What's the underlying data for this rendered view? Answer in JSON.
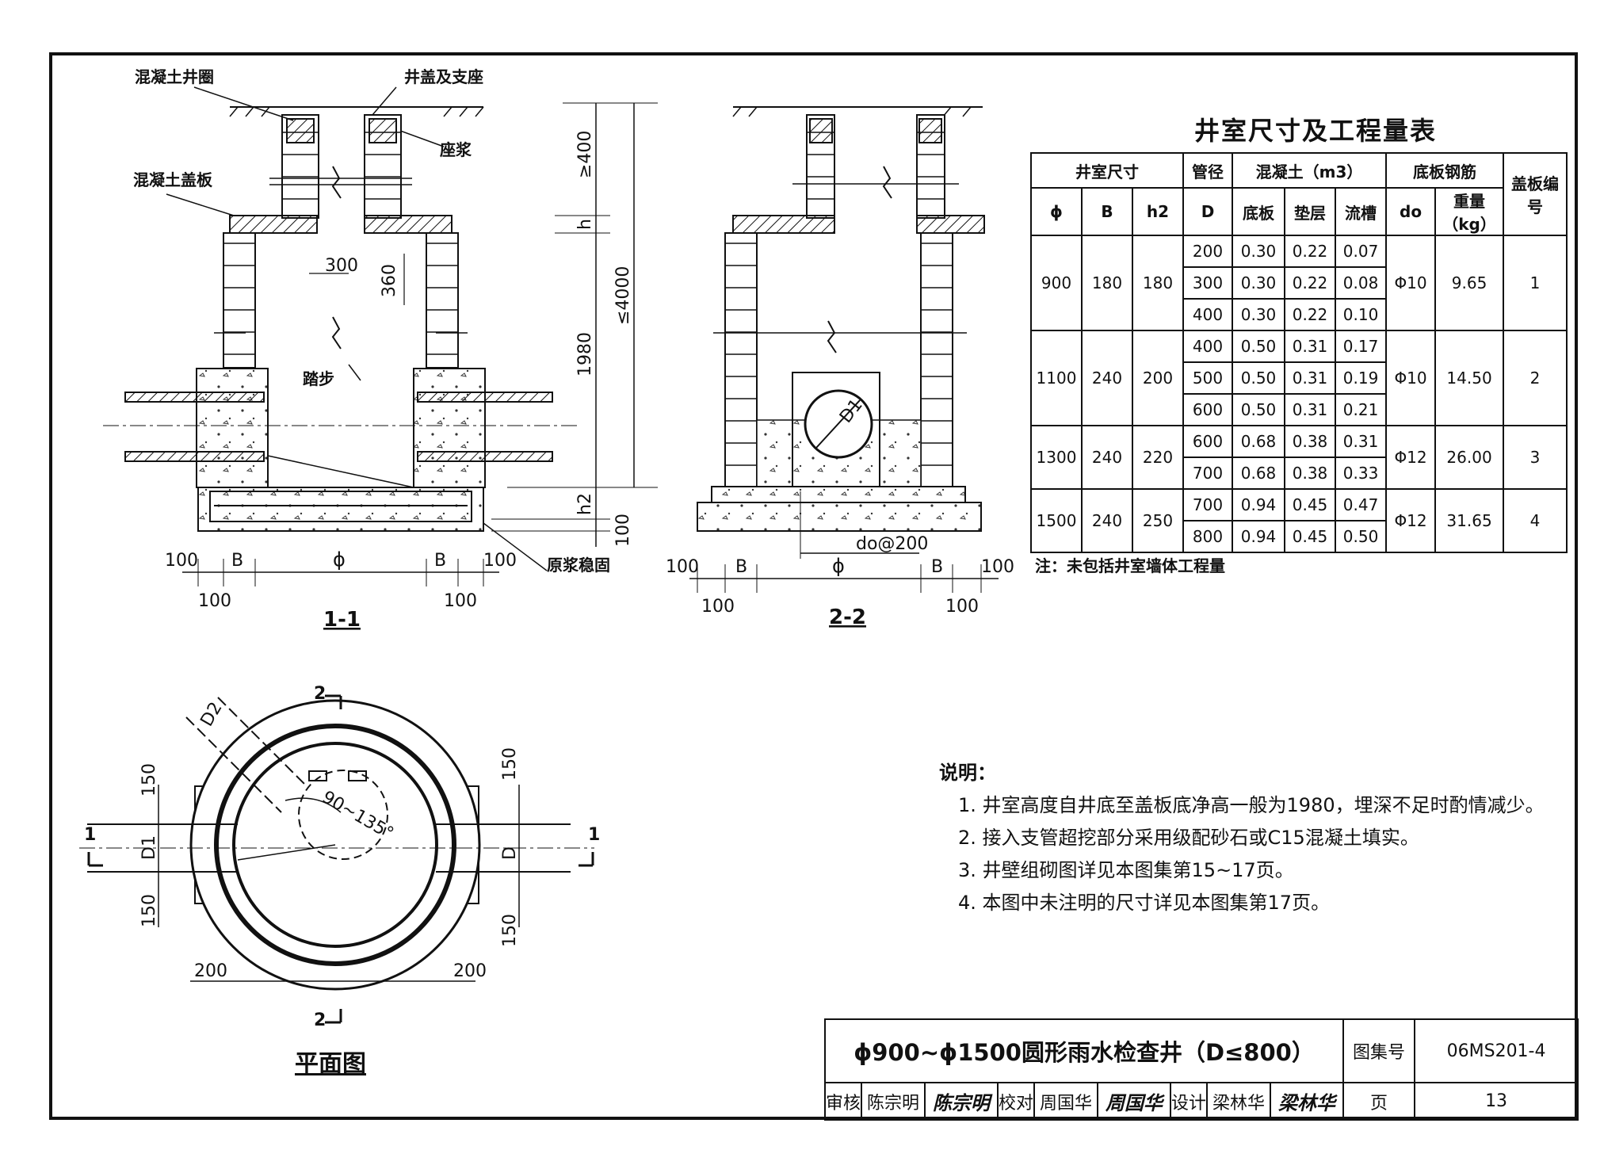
{
  "drawing": {
    "labels": {
      "ring": "混凝土井圈",
      "cover": "井盖及支座",
      "mortar": "座浆",
      "slab": "混凝土盖板",
      "step": "踏步",
      "stabilize": "原浆稳固"
    },
    "dims": {
      "ge400": "≥400",
      "h": "h",
      "le4000": "≤4000",
      "d1980": "1980",
      "h2": "h2",
      "d100": "100",
      "d300": "300",
      "d360": "360",
      "B": "B",
      "phi": "ϕ",
      "D1": "D1",
      "D2": "D2",
      "D": "D",
      "do200": "do@200",
      "d150": "150",
      "d200": "200",
      "angle": "90~135°"
    },
    "sections": {
      "s11": "1-1",
      "s22": "2-2",
      "plan": "平面图",
      "mark1": "1",
      "mark2": "2"
    }
  },
  "table": {
    "title": "井室尺寸及工程量表",
    "header_groups": [
      "井室尺寸",
      "管径",
      "混凝土（m3）",
      "底板钢筋",
      "盖板编号"
    ],
    "header_cols": [
      "ϕ",
      "B",
      "h2",
      "D",
      "底板",
      "垫层",
      "流槽",
      "do",
      "重量（kg）"
    ],
    "groups": [
      {
        "phi": "900",
        "B": "180",
        "h2": "180",
        "rebar": "Φ10",
        "weight": "9.65",
        "no": "1",
        "rows": [
          [
            "200",
            "0.30",
            "0.22",
            "0.07"
          ],
          [
            "300",
            "0.30",
            "0.22",
            "0.08"
          ],
          [
            "400",
            "0.30",
            "0.22",
            "0.10"
          ]
        ]
      },
      {
        "phi": "1100",
        "B": "240",
        "h2": "200",
        "rebar": "Φ10",
        "weight": "14.50",
        "no": "2",
        "rows": [
          [
            "400",
            "0.50",
            "0.31",
            "0.17"
          ],
          [
            "500",
            "0.50",
            "0.31",
            "0.19"
          ],
          [
            "600",
            "0.50",
            "0.31",
            "0.21"
          ]
        ]
      },
      {
        "phi": "1300",
        "B": "240",
        "h2": "220",
        "rebar": "Φ12",
        "weight": "26.00",
        "no": "3",
        "rows": [
          [
            "600",
            "0.68",
            "0.38",
            "0.31"
          ],
          [
            "700",
            "0.68",
            "0.38",
            "0.33"
          ]
        ]
      },
      {
        "phi": "1500",
        "B": "240",
        "h2": "250",
        "rebar": "Φ12",
        "weight": "31.65",
        "no": "4",
        "rows": [
          [
            "700",
            "0.94",
            "0.45",
            "0.47"
          ],
          [
            "800",
            "0.94",
            "0.45",
            "0.50"
          ]
        ]
      }
    ],
    "note": "注：未包括井室墙体工程量"
  },
  "notes": {
    "title": "说明：",
    "items": [
      "1. 井室高度自井底至盖板底净高一般为1980，埋深不足时酌情减少。",
      "2. 接入支管超挖部分采用级配砂石或C15混凝土填实。",
      "3. 井壁组砌图详见本图集第15~17页。",
      "4. 本图中未注明的尺寸详见本图集第17页。"
    ]
  },
  "title_block": {
    "title": "ϕ900~ϕ1500圆形雨水检查井（D≤800）",
    "atlas_label": "图集号",
    "atlas_no": "06MS201-4",
    "review_label": "审核",
    "review_name": "陈宗明",
    "review_sign": "陈宗明",
    "check_label": "校对",
    "check_name": "周国华",
    "check_sign": "周国华",
    "design_label": "设计",
    "design_name": "梁林华",
    "design_sign": "梁林华",
    "page_label": "页",
    "page_no": "13"
  }
}
